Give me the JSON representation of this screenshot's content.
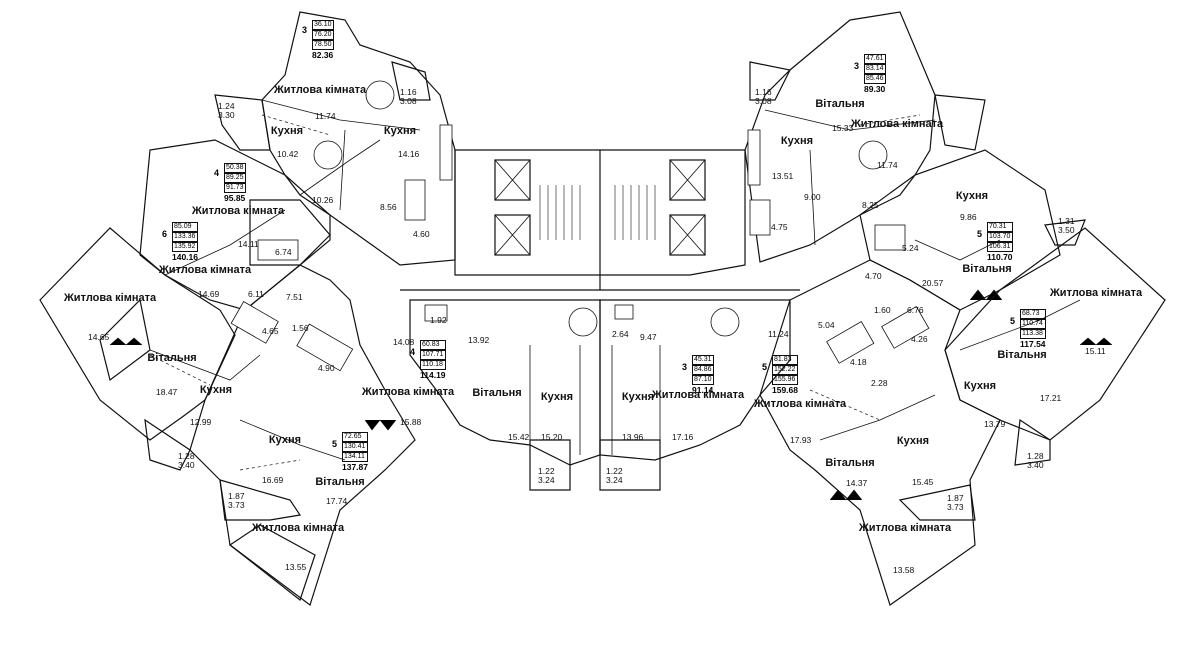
{
  "rooms": {
    "living": "Житлова кімната",
    "lounge": "Вітальня",
    "kitchen": "Кухня"
  },
  "apartments": [
    {
      "id": "a1",
      "rooms": "3",
      "areas": [
        "36.10",
        "76.20",
        "78.50"
      ],
      "total": "82.36"
    },
    {
      "id": "a2",
      "rooms": "4",
      "areas": [
        "50.38",
        "89.25",
        "91.73"
      ],
      "total": "95.85"
    },
    {
      "id": "a3",
      "rooms": "6",
      "areas": [
        "85.09",
        "133.36",
        "135.92"
      ],
      "total": "140.16"
    },
    {
      "id": "a4",
      "rooms": "4",
      "areas": [
        "60.83",
        "107.71",
        "110.18"
      ],
      "total": "114.19"
    },
    {
      "id": "a5",
      "rooms": "5",
      "areas": [
        "72.65",
        "130.41",
        "134.11"
      ],
      "total": "137.87"
    },
    {
      "id": "a6",
      "rooms": "3",
      "areas": [
        "45.31",
        "84.86",
        "87.10"
      ],
      "total": "91.14"
    },
    {
      "id": "a7",
      "rooms": "5",
      "areas": [
        "81.83",
        "152.22",
        "155.96"
      ],
      "total": "159.68"
    },
    {
      "id": "a8",
      "rooms": "3",
      "areas": [
        "47.61",
        "83.14",
        "85.46"
      ],
      "total": "89.30"
    },
    {
      "id": "a9",
      "rooms": "5",
      "areas": [
        "70.31",
        "103.70",
        "106.31"
      ],
      "total": "110.70"
    },
    {
      "id": "a10",
      "rooms": "5",
      "areas": [
        "68.73",
        "110.74",
        "113.38"
      ],
      "total": "117.54"
    }
  ],
  "areas": {
    "r1": "11.74",
    "r2": "14.16",
    "r3": "10.42",
    "r4": "10.26",
    "r5": "8.56",
    "r6": "4.60",
    "r7": "14.11",
    "r8": "6.74",
    "r9": "14.69",
    "r10": "6.11",
    "r11": "7.51",
    "r12": "14.65",
    "r13": "18.47",
    "r14": "4.65",
    "r15": "1.56",
    "r16": "4.90",
    "r17": "14.08",
    "r18": "1.92",
    "r19": "13.92",
    "r20": "12.99",
    "r21": "15.88",
    "r22": "16.69",
    "r23": "17.74",
    "r24": "13.55",
    "r25": "15.42",
    "r26": "15.20",
    "r27": "13.96",
    "r28": "17.16",
    "r29": "2.64",
    "r30": "9.47",
    "r31": "15.33",
    "r32": "13.51",
    "r33": "9.00",
    "r34": "4.75",
    "r35": "11.74",
    "r36": "9.86",
    "r37": "8.25",
    "r38": "5.24",
    "r39": "4.70",
    "r40": "20.57",
    "r41": "11.24",
    "r42": "5.04",
    "r43": "1.60",
    "r44": "6.76",
    "r45": "4.18",
    "r46": "4.26",
    "r47": "2.28",
    "r48": "15.11",
    "r49": "17.93",
    "r50": "17.21",
    "r51": "13.79",
    "r52": "14.37",
    "r53": "15.45",
    "r54": "13.58"
  },
  "balconies": {
    "b1": [
      "1.24",
      "3.30"
    ],
    "b2": [
      "1.16",
      "3.08"
    ],
    "b3": [
      "1.16",
      "3.08"
    ],
    "b4": [
      "1.31",
      "3.50"
    ],
    "b5": [
      "1.28",
      "3.40"
    ],
    "b6": [
      "1.87",
      "3.73"
    ],
    "b7": [
      "1.22",
      "3.24"
    ],
    "b8": [
      "1.22",
      "3.24"
    ],
    "b9": [
      "1.28",
      "3.40"
    ],
    "b10": [
      "1.87",
      "3.73"
    ]
  }
}
